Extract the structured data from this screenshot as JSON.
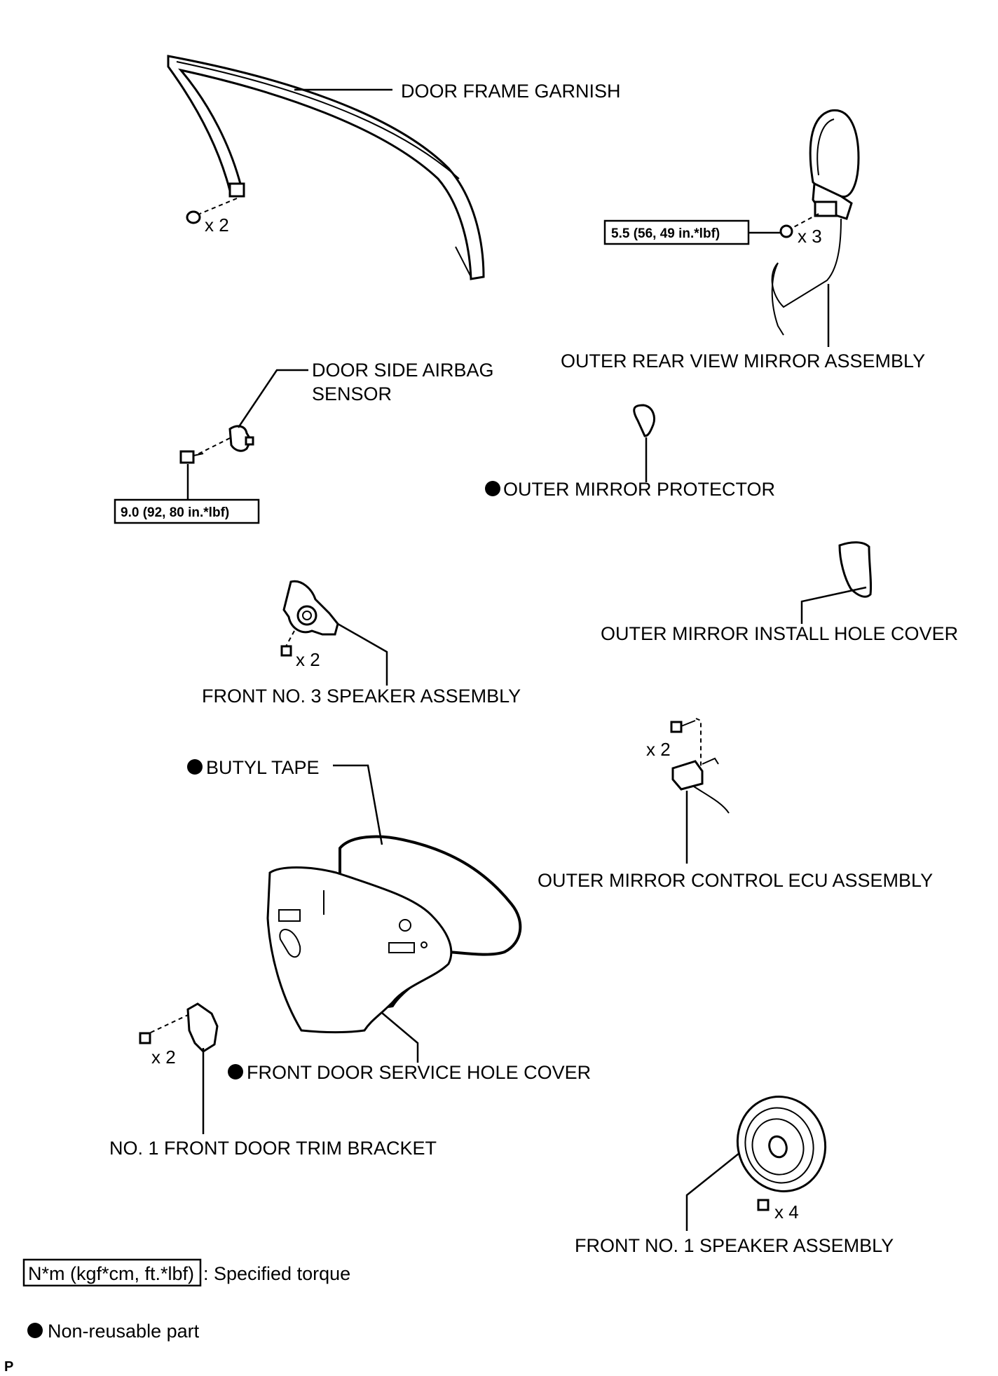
{
  "labels": {
    "door_frame_garnish": "DOOR FRAME GARNISH",
    "outer_rear_view_mirror_assembly": "OUTER REAR VIEW MIRROR ASSEMBLY",
    "door_side_airbag_sensor_line1": "DOOR SIDE AIRBAG",
    "door_side_airbag_sensor_line2": "SENSOR",
    "outer_mirror_protector": "OUTER MIRROR PROTECTOR",
    "outer_mirror_install_hole_cover": "OUTER MIRROR INSTALL HOLE COVER",
    "front_no3_speaker_assembly": "FRONT NO. 3 SPEAKER ASSEMBLY",
    "butyl_tape": "BUTYL TAPE",
    "outer_mirror_control_ecu_assembly": "OUTER MIRROR CONTROL ECU ASSEMBLY",
    "front_door_service_hole_cover": "FRONT DOOR SERVICE HOLE COVER",
    "no1_front_door_trim_bracket": "NO. 1 FRONT DOOR TRIM BRACKET",
    "front_no1_speaker_assembly": "FRONT NO. 1 SPEAKER ASSEMBLY"
  },
  "quantities": {
    "garnish_clips": "x 2",
    "mirror_nuts": "x 3",
    "speaker3_screws": "x 2",
    "ecu_screws": "x 2",
    "bracket_screws": "x 2",
    "speaker1_screws": "x 4"
  },
  "torques": {
    "mirror": "5.5 (56, 49 in.*lbf)",
    "airbag_sensor": "9.0 (92, 80 in.*lbf)"
  },
  "legend": {
    "torque_units": "N*m (kgf*cm, ft.*lbf)",
    "torque_desc": ": Specified torque",
    "non_reusable": "Non-reusable part"
  },
  "corner_mark": "P"
}
